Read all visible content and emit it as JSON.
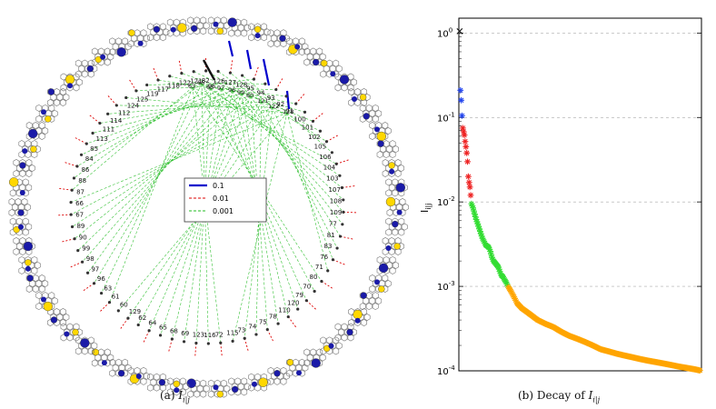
{
  "panel_a": {
    "caption_label": "(a)",
    "caption_math": "I",
    "caption_sub": "i|j",
    "center_label": "96",
    "legend": {
      "entries": [
        {
          "label": "0.1",
          "color": "#0000cc",
          "style": "solid"
        },
        {
          "label": "0.01",
          "color": "#dd0000",
          "style": "dashed"
        },
        {
          "label": "0.001",
          "color": "#22bb22",
          "style": "dashed"
        }
      ]
    },
    "inner_nodes": [
      {
        "label": "95"
      },
      {
        "label": "94"
      },
      {
        "label": "93"
      },
      {
        "label": "92"
      },
      {
        "label": "91"
      },
      {
        "label": "100"
      },
      {
        "label": "101"
      },
      {
        "label": "102"
      },
      {
        "label": "105"
      },
      {
        "label": "106"
      },
      {
        "label": "104"
      },
      {
        "label": "103"
      },
      {
        "label": "107"
      },
      {
        "label": "108"
      },
      {
        "label": "109"
      },
      {
        "label": "77"
      },
      {
        "label": "81"
      },
      {
        "label": "83"
      },
      {
        "label": "76"
      },
      {
        "label": "71"
      },
      {
        "label": "80"
      },
      {
        "label": "70"
      },
      {
        "label": "79"
      },
      {
        "label": "120"
      },
      {
        "label": "110"
      },
      {
        "label": "78"
      },
      {
        "label": "75"
      },
      {
        "label": "74"
      },
      {
        "label": "73"
      },
      {
        "label": "115"
      },
      {
        "label": "72"
      },
      {
        "label": "116"
      },
      {
        "label": "123"
      },
      {
        "label": "69"
      },
      {
        "label": "68"
      },
      {
        "label": "65"
      },
      {
        "label": "64"
      },
      {
        "label": "62"
      },
      {
        "label": "129"
      },
      {
        "label": "60"
      },
      {
        "label": "61"
      },
      {
        "label": "63"
      },
      {
        "label": "96"
      },
      {
        "label": "97"
      },
      {
        "label": "98"
      },
      {
        "label": "99"
      },
      {
        "label": "90"
      },
      {
        "label": "89"
      },
      {
        "label": "67"
      },
      {
        "label": "66"
      },
      {
        "label": "87"
      },
      {
        "label": "88"
      },
      {
        "label": "86"
      },
      {
        "label": "84"
      },
      {
        "label": "85"
      },
      {
        "label": "113"
      },
      {
        "label": "111"
      },
      {
        "label": "114"
      },
      {
        "label": "112"
      },
      {
        "label": "124"
      },
      {
        "label": "125"
      },
      {
        "label": "119"
      },
      {
        "label": "117"
      },
      {
        "label": "118"
      },
      {
        "label": "122"
      },
      {
        "label": "121"
      },
      {
        "label": "82"
      },
      {
        "label": "126"
      },
      {
        "label": "127"
      },
      {
        "label": "128"
      }
    ],
    "hub_labels": [
      "63",
      "66",
      "65",
      "97",
      "96",
      "99",
      "80",
      "121",
      "122",
      "128"
    ]
  },
  "panel_b": {
    "caption_label": "(b)",
    "caption_text": "Decay of",
    "caption_math": "I",
    "caption_sub": "i|j",
    "colors": {
      "blue": "#2244ee",
      "red": "#ee2222",
      "green": "#33dd33",
      "orange": "#ffa500",
      "black": "#111111"
    }
  },
  "chart_data": {
    "type": "scatter",
    "title": "",
    "xlabel": "",
    "ylabel": "I_{i|j}",
    "yscale": "log",
    "ylim": [
      0.0001,
      1.5
    ],
    "ytick_labels": [
      "10^0",
      "10^-1",
      "10^-2",
      "10^-3",
      "10^-4"
    ],
    "grid": "horizontal dashed",
    "series": [
      {
        "color": "black",
        "marker": "x",
        "x": [
          1
        ],
        "y": [
          1.05
        ]
      },
      {
        "color": "blue",
        "marker": "*",
        "x": [
          2,
          3,
          4
        ],
        "y": [
          0.21,
          0.16,
          0.105
        ]
      },
      {
        "color": "red",
        "marker": "*",
        "x": [
          5,
          6,
          7,
          8,
          9,
          10,
          11,
          12,
          13,
          14,
          15
        ],
        "y": [
          0.075,
          0.068,
          0.062,
          0.052,
          0.045,
          0.038,
          0.03,
          0.02,
          0.017,
          0.015,
          0.012
        ]
      },
      {
        "color": "green",
        "marker": "*",
        "x": [
          16,
          18,
          20,
          22,
          24,
          26,
          28,
          30,
          32,
          34,
          36,
          38,
          40,
          42,
          44,
          46,
          48,
          50,
          52,
          54,
          56,
          58,
          60,
          62
        ],
        "y": [
          0.0095,
          0.0085,
          0.0072,
          0.0062,
          0.0055,
          0.0048,
          0.0042,
          0.0037,
          0.0034,
          0.0031,
          0.003,
          0.0029,
          0.0026,
          0.0022,
          0.002,
          0.0019,
          0.0018,
          0.0017,
          0.0015,
          0.00135,
          0.0013,
          0.0012,
          0.00112,
          0.00102
        ]
      },
      {
        "color": "orange",
        "marker": "*",
        "x": [
          63,
          66,
          70,
          74,
          80,
          90,
          100,
          110,
          120,
          130,
          140,
          150,
          160,
          170,
          180,
          190,
          200,
          210,
          220,
          230,
          240,
          250,
          260,
          270,
          280,
          290,
          300,
          306
        ],
        "y": [
          0.00098,
          0.00088,
          0.00075,
          0.00063,
          0.00055,
          0.00047,
          0.0004,
          0.00036,
          0.00033,
          0.00029,
          0.00026,
          0.00024,
          0.00022,
          0.0002,
          0.00018,
          0.00017,
          0.00016,
          0.000152,
          0.000145,
          0.000138,
          0.000132,
          0.000127,
          0.000122,
          0.000117,
          0.000112,
          0.000108,
          0.000104,
          0.000101
        ]
      }
    ]
  }
}
